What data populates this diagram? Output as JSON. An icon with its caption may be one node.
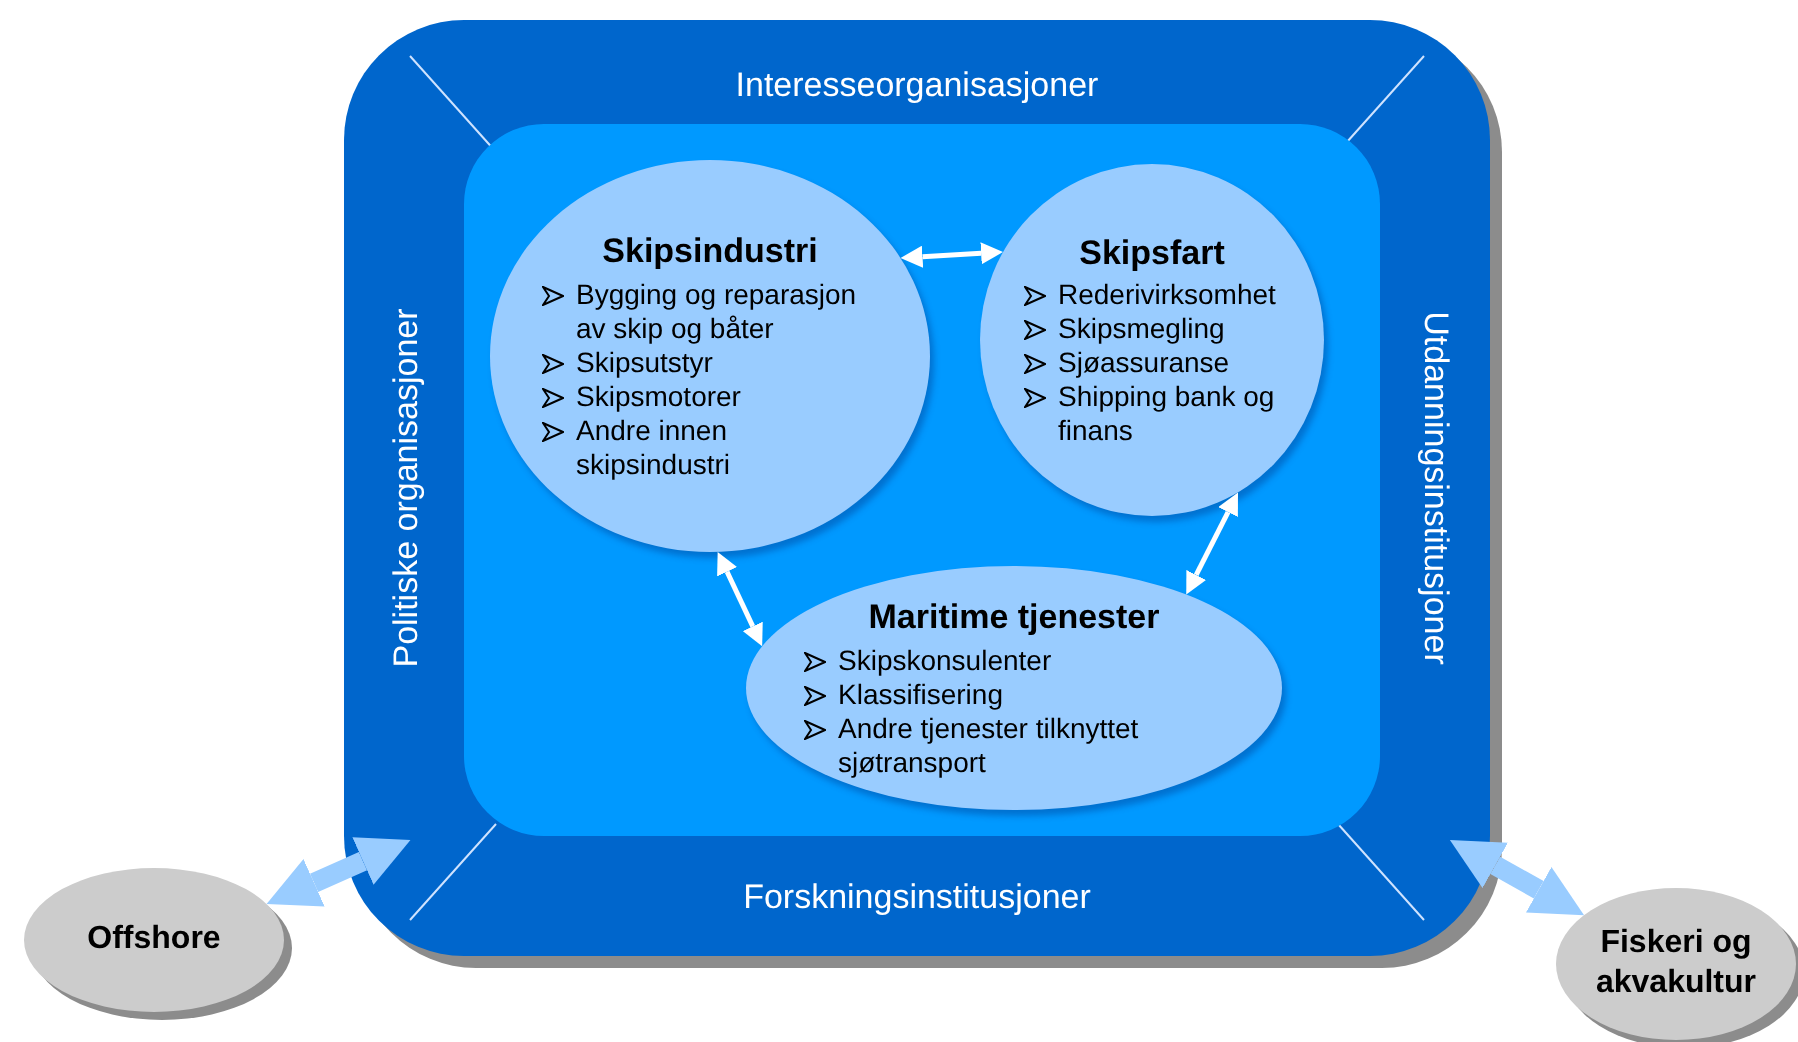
{
  "diagram": {
    "nodes": [
      {
        "text": [
          "Interesseorganisasjoner",
          "Politiske organisasjoner",
          "Utdanningsinstitusjoner",
          "Forskningsinstitusjoner"
        ]
      },
      {
        "text": [],
        "shape": "box",
        "in": 0
      },
      {
        "text": [
          "Skipsindustri",
          "Bygging og reparasjon av skip og båter",
          "Skipsutstyr",
          "Skipsmotorer",
          "Andre innen skipsindustri"
        ],
        "in": 1
      },
      {
        "text": [
          "Skipsfart",
          "Rederivirksomhet",
          "Skipsmegling",
          "Sjøassuranse",
          "Shipping bank og finans"
        ],
        "in": 1
      },
      {
        "text": [
          "Maritime tjenester",
          "Skipskonsulenter",
          "Klassifisering",
          "Andre tjenester tilknyttet sjøtransport"
        ],
        "in": 1
      },
      {
        "text": [
          "Offshore"
        ]
      },
      {
        "text": [
          "Fiskeri og akvakultur"
        ]
      }
    ],
    "edges": [
      {
        "from": 2,
        "to": 3,
        "arrow": "both"
      },
      {
        "from": 2,
        "to": 4,
        "arrow": "both"
      },
      {
        "from": 3,
        "to": 4,
        "arrow": "both"
      },
      {
        "from": 5,
        "to": 0,
        "arrow": "both",
        "style": "thick",
        "color": "#99ccff"
      },
      {
        "from": 0,
        "to": 6,
        "arrow": "both",
        "style": "thick",
        "color": "#99ccff"
      }
    ]
  }
}
